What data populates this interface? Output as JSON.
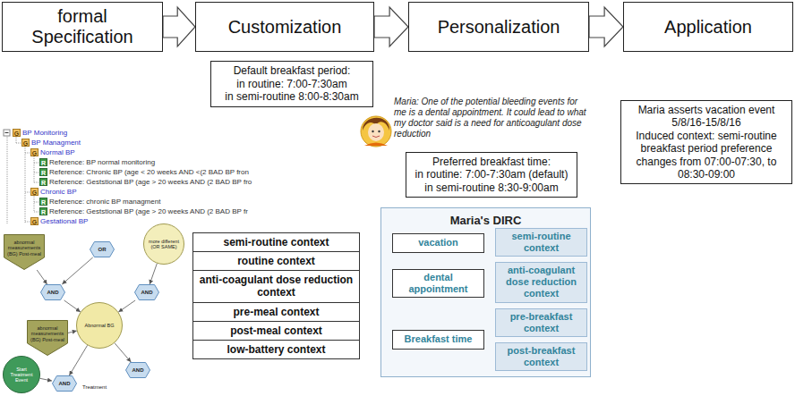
{
  "diagram": {
    "nodes": [
      {
        "text": [
          "formal Specification"
        ]
      },
      {
        "text": [
          "Customization"
        ]
      },
      {
        "text": [
          "Personalization"
        ]
      },
      {
        "text": [
          "Application"
        ]
      },
      {
        "text": [
          "Default breakfast period:",
          "in routine: 7:00-7:30am",
          "in semi-routine 8:00-8:30am"
        ]
      },
      {
        "text": [
          "Preferred breakfast time:",
          "in routine: 7:00-7:30am (default)",
          "in semi-routine 8:30-9:00am"
        ]
      },
      {
        "text": [
          "Maria asserts vacation event 5/8/16-15/8/16",
          "Induced context: semi-routine",
          "breakfast period preference changes from 07:00-07:30, to 08:30-09:00"
        ]
      },
      {
        "text": [
          "Maria's DIRC"
        ]
      },
      {
        "text": [
          "vacation"
        ],
        "in": 7
      },
      {
        "text": [
          "semi-routine context"
        ],
        "in": 7
      },
      {
        "text": [
          "dental appointment"
        ],
        "in": 7
      },
      {
        "text": [
          "anti-coagulant dose reduction context"
        ],
        "in": 7
      },
      {
        "text": [
          "Breakfast time"
        ],
        "in": 7
      },
      {
        "text": [
          "pre-breakfast context"
        ],
        "in": 7
      },
      {
        "text": [
          "post-breakfast context"
        ],
        "in": 7
      },
      {
        "text": [
          "semi-routine context"
        ]
      },
      {
        "text": [
          "routine context"
        ]
      },
      {
        "text": [
          "anti-coagulant dose reduction context"
        ]
      },
      {
        "text": [
          "pre-meal context"
        ]
      },
      {
        "text": [
          "post-meal context"
        ]
      },
      {
        "text": [
          "low-battery context"
        ]
      },
      {
        "text": [
          "abnormal measurements (BG) Post-meal"
        ]
      },
      {
        "text": [
          "OR"
        ]
      },
      {
        "text": [
          "more different (OR SAME)"
        ]
      },
      {
        "text": [
          "AND"
        ]
      },
      {
        "text": [
          "AND"
        ]
      },
      {
        "text": [
          "Abnormal BG"
        ]
      },
      {
        "text": [
          "abnormal measurements (BG) Post-meal"
        ]
      },
      {
        "text": [
          "Start Treatment Event"
        ]
      },
      {
        "text": [
          "AND"
        ]
      },
      {
        "text": [
          "AND"
        ]
      }
    ],
    "edges": [
      {
        "from": 0,
        "to": 1,
        "arrow": "to"
      },
      {
        "from": 1,
        "to": 2,
        "arrow": "to"
      },
      {
        "from": 2,
        "to": 3,
        "arrow": "to"
      },
      {
        "from": 8,
        "to": 9,
        "arrow": "to"
      },
      {
        "from": 10,
        "to": 11,
        "arrow": "to"
      },
      {
        "from": 12,
        "to": 13,
        "arrow": "to"
      },
      {
        "from": 12,
        "to": 14,
        "arrow": "to"
      },
      {
        "from": 21,
        "to": 24,
        "arrow": "to"
      },
      {
        "from": 22,
        "to": 24,
        "arrow": "to"
      },
      {
        "from": 23,
        "to": 25,
        "arrow": "to"
      },
      {
        "from": 24,
        "to": 26,
        "arrow": "to"
      },
      {
        "from": 25,
        "to": 26,
        "arrow": "to"
      },
      {
        "from": 27,
        "to": 26,
        "arrow": "to"
      },
      {
        "from": 26,
        "to": 29,
        "arrow": "to"
      },
      {
        "from": 26,
        "to": 30,
        "arrow": "to"
      },
      {
        "from": 28,
        "to": 29,
        "arrow": "to"
      }
    ],
    "labels": [
      "Maria: One of the potential bleeding events for me is a dental appointment. It could lead to what my doctor said is a need for anticoagulant dose reduction",
      "G",
      "BP Monitoring",
      "G",
      "BP Managment",
      "G",
      "Normal BP",
      "R",
      "Reference: BP normal monitoring",
      "R",
      "Reference: Chronic BP (age < 20 weeks AND <(2 BAD BP fron",
      "R",
      "Reference: Geststional BP (age > 20 weeks AND (2 BAD BP fro",
      "G",
      "Chronic BP",
      "R",
      "Reference: chronic BP managment",
      "R",
      "Reference: Geststional BP (age > 20 weeks AND (2 BAD BP fr",
      "G",
      "Gestational BP",
      "Treatment"
    ]
  }
}
